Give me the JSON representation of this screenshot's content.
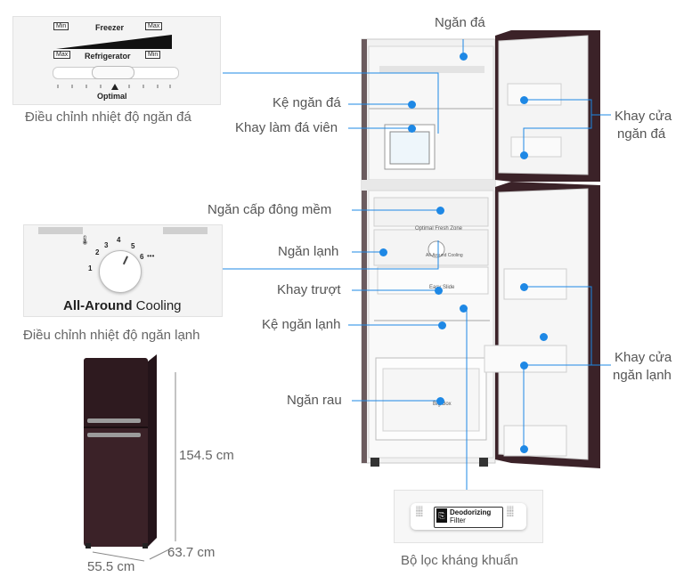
{
  "freezer_panel": {
    "min_left": "Min",
    "freezer": "Freezer",
    "max_right": "Max",
    "max_left": "Max",
    "refrigerator": "Refrigerator",
    "min_right": "Min",
    "optimal": "Optimal",
    "caption": "Điều chỉnh nhiệt độ ngăn đá"
  },
  "fridge_panel": {
    "d1": "1",
    "d2": "2",
    "d3": "3",
    "d4": "4",
    "d5": "5",
    "d6": "6",
    "brand_bold": "All-Around",
    "brand_light": "Cooling",
    "caption": "Điều chỉnh nhiệt độ ngăn lạnh"
  },
  "dimensions": {
    "height": "154.5 cm",
    "depth": "63.7 cm",
    "width": "55.5 cm"
  },
  "labels": {
    "ngan_da": "Ngăn đá",
    "ke_ngan_da": "Kệ ngăn đá",
    "khay_lam_da": "Khay làm đá viên",
    "ngan_cap_dong": "Ngăn cấp đông mềm",
    "ngan_lanh": "Ngăn lạnh",
    "khay_truot": "Khay trượt",
    "ke_ngan_lanh": "Kệ ngăn lạnh",
    "ngan_rau": "Ngăn rau",
    "khay_cua_da_1": "Khay cửa",
    "khay_cua_da_2": "ngăn đá",
    "khay_cua_lanh_1": "Khay cửa",
    "khay_cua_lanh_2": "ngăn lạnh"
  },
  "fridge_text": {
    "optimal_fresh": "Optimal Fresh Zone",
    "all_around": "All-Around Cooling",
    "easy_slide": "Easy Slide",
    "big_box": "Big Box"
  },
  "filter": {
    "line1": "Deodorizing",
    "line2": "Filter",
    "caption": "Bộ lọc kháng khuẩn"
  },
  "colors": {
    "accent": "#1e88e5",
    "fridge_body": "#3a1f25"
  }
}
